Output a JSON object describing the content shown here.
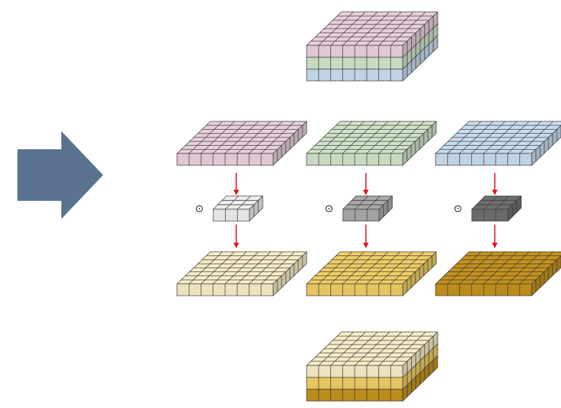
{
  "diagram": {
    "kind": "depthwise-convolution-illustration",
    "arrow_icon": "right-arrow-icon",
    "operator_symbol": "⊙",
    "grid": {
      "rows": 8,
      "cols": 8
    },
    "kernel": {
      "rows": 3,
      "cols": 3
    },
    "colors": {
      "arrow": "#5a7490",
      "red_arrow": "#e3141c",
      "outline": "#3a3a3a",
      "input_channels": [
        "#e8cfdc",
        "#cfe3c8",
        "#c8dcef"
      ],
      "kernels": [
        "#ededed",
        "#a9a9a9",
        "#6e6e6e"
      ],
      "outputs": [
        "#f6ecc6",
        "#f0cd64",
        "#c4921c"
      ]
    },
    "input_tensor": {
      "layers": 3,
      "colors": [
        "#c8dcef",
        "#cfe3c8",
        "#e8cfdc"
      ]
    },
    "output_tensor": {
      "layers": 3,
      "colors": [
        "#c4921c",
        "#f0cd64",
        "#f6ecc6"
      ]
    }
  }
}
